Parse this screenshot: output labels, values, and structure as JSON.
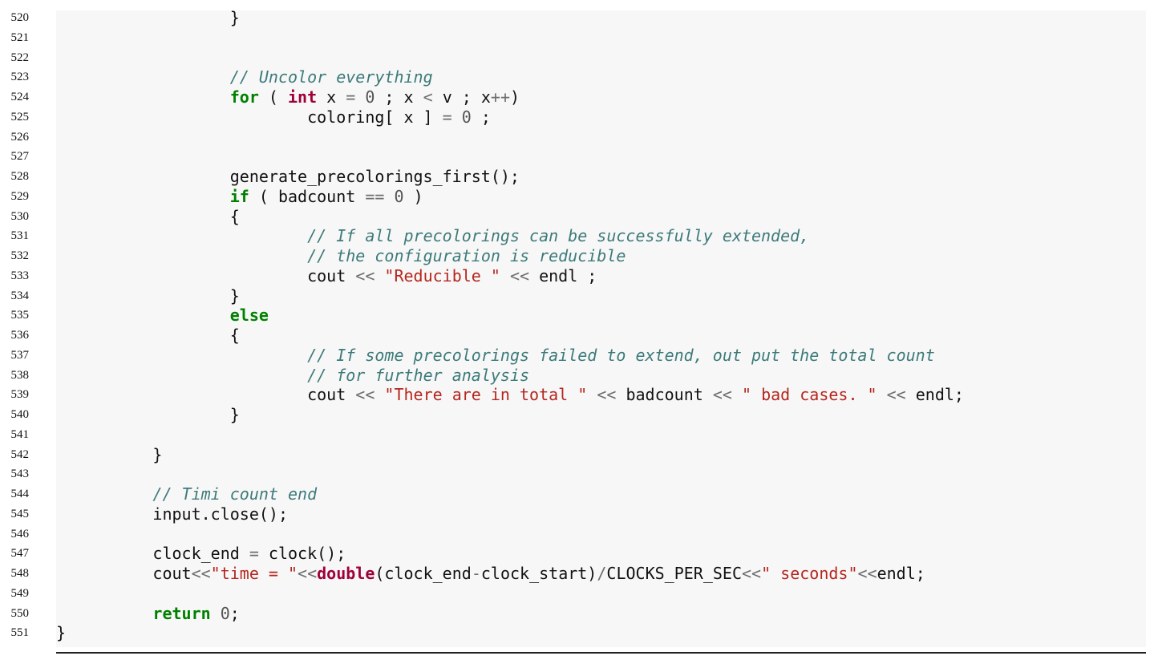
{
  "listing": {
    "lines": [
      {
        "n": "520",
        "tokens": [
          {
            "t": "                  }",
            "c": ""
          }
        ]
      },
      {
        "n": "521",
        "tokens": []
      },
      {
        "n": "522",
        "tokens": []
      },
      {
        "n": "523",
        "tokens": [
          {
            "t": "                  ",
            "c": ""
          },
          {
            "t": "// Uncolor everything",
            "c": "cm"
          }
        ]
      },
      {
        "n": "524",
        "tokens": [
          {
            "t": "                  ",
            "c": ""
          },
          {
            "t": "for",
            "c": "kw"
          },
          {
            "t": " ( ",
            "c": ""
          },
          {
            "t": "int",
            "c": "ty"
          },
          {
            "t": " x ",
            "c": ""
          },
          {
            "t": "=",
            "c": "op"
          },
          {
            "t": " ",
            "c": ""
          },
          {
            "t": "0",
            "c": "nb"
          },
          {
            "t": " ; x ",
            "c": ""
          },
          {
            "t": "<",
            "c": "op"
          },
          {
            "t": " v ; x",
            "c": ""
          },
          {
            "t": "++",
            "c": "op"
          },
          {
            "t": ")",
            "c": ""
          }
        ]
      },
      {
        "n": "525",
        "tokens": [
          {
            "t": "                          coloring[ x ] ",
            "c": ""
          },
          {
            "t": "=",
            "c": "op"
          },
          {
            "t": " ",
            "c": ""
          },
          {
            "t": "0",
            "c": "nb"
          },
          {
            "t": " ;",
            "c": ""
          }
        ]
      },
      {
        "n": "526",
        "tokens": []
      },
      {
        "n": "527",
        "tokens": []
      },
      {
        "n": "528",
        "tokens": [
          {
            "t": "                  generate_precolorings_first();",
            "c": ""
          }
        ]
      },
      {
        "n": "529",
        "tokens": [
          {
            "t": "                  ",
            "c": ""
          },
          {
            "t": "if",
            "c": "kw"
          },
          {
            "t": " ( badcount ",
            "c": ""
          },
          {
            "t": "==",
            "c": "op"
          },
          {
            "t": " ",
            "c": ""
          },
          {
            "t": "0",
            "c": "nb"
          },
          {
            "t": " )",
            "c": ""
          }
        ]
      },
      {
        "n": "530",
        "tokens": [
          {
            "t": "                  {",
            "c": ""
          }
        ]
      },
      {
        "n": "531",
        "tokens": [
          {
            "t": "                          ",
            "c": ""
          },
          {
            "t": "// If all precolorings can be successfully extended,",
            "c": "cm"
          }
        ]
      },
      {
        "n": "532",
        "tokens": [
          {
            "t": "                          ",
            "c": ""
          },
          {
            "t": "// the configuration is reducible",
            "c": "cm"
          }
        ]
      },
      {
        "n": "533",
        "tokens": [
          {
            "t": "                          cout ",
            "c": ""
          },
          {
            "t": "<<",
            "c": "op"
          },
          {
            "t": " ",
            "c": ""
          },
          {
            "t": "\"Reducible \"",
            "c": "st"
          },
          {
            "t": " ",
            "c": ""
          },
          {
            "t": "<<",
            "c": "op"
          },
          {
            "t": " endl ;",
            "c": ""
          }
        ]
      },
      {
        "n": "534",
        "tokens": [
          {
            "t": "                  }",
            "c": ""
          }
        ]
      },
      {
        "n": "535",
        "tokens": [
          {
            "t": "                  ",
            "c": ""
          },
          {
            "t": "else",
            "c": "kw"
          }
        ]
      },
      {
        "n": "536",
        "tokens": [
          {
            "t": "                  {",
            "c": ""
          }
        ]
      },
      {
        "n": "537",
        "tokens": [
          {
            "t": "                          ",
            "c": ""
          },
          {
            "t": "// If some precolorings failed to extend, out put the total count",
            "c": "cm"
          }
        ]
      },
      {
        "n": "538",
        "tokens": [
          {
            "t": "                          ",
            "c": ""
          },
          {
            "t": "// for further analysis",
            "c": "cm"
          }
        ]
      },
      {
        "n": "539",
        "tokens": [
          {
            "t": "                          cout ",
            "c": ""
          },
          {
            "t": "<<",
            "c": "op"
          },
          {
            "t": " ",
            "c": ""
          },
          {
            "t": "\"There are in total \"",
            "c": "st"
          },
          {
            "t": " ",
            "c": ""
          },
          {
            "t": "<<",
            "c": "op"
          },
          {
            "t": " badcount ",
            "c": ""
          },
          {
            "t": "<<",
            "c": "op"
          },
          {
            "t": " ",
            "c": ""
          },
          {
            "t": "\" bad cases. \"",
            "c": "st"
          },
          {
            "t": " ",
            "c": ""
          },
          {
            "t": "<<",
            "c": "op"
          },
          {
            "t": " endl;",
            "c": ""
          }
        ]
      },
      {
        "n": "540",
        "tokens": [
          {
            "t": "                  }",
            "c": ""
          }
        ]
      },
      {
        "n": "541",
        "tokens": []
      },
      {
        "n": "542",
        "tokens": [
          {
            "t": "          }",
            "c": ""
          }
        ]
      },
      {
        "n": "543",
        "tokens": []
      },
      {
        "n": "544",
        "tokens": [
          {
            "t": "          ",
            "c": ""
          },
          {
            "t": "// Timi count end",
            "c": "cm"
          }
        ]
      },
      {
        "n": "545",
        "tokens": [
          {
            "t": "          input.close();",
            "c": ""
          }
        ]
      },
      {
        "n": "546",
        "tokens": []
      },
      {
        "n": "547",
        "tokens": [
          {
            "t": "          clock_end ",
            "c": ""
          },
          {
            "t": "=",
            "c": "op"
          },
          {
            "t": " clock();",
            "c": ""
          }
        ]
      },
      {
        "n": "548",
        "tokens": [
          {
            "t": "          cout",
            "c": ""
          },
          {
            "t": "<<",
            "c": "op"
          },
          {
            "t": "\"time = \"",
            "c": "st"
          },
          {
            "t": "<<",
            "c": "op"
          },
          {
            "t": "double",
            "c": "ty"
          },
          {
            "t": "(clock_end",
            "c": ""
          },
          {
            "t": "-",
            "c": "op"
          },
          {
            "t": "clock_start)",
            "c": ""
          },
          {
            "t": "/",
            "c": "op"
          },
          {
            "t": "CLOCKS_PER_SEC",
            "c": ""
          },
          {
            "t": "<<",
            "c": "op"
          },
          {
            "t": "\" seconds\"",
            "c": "st"
          },
          {
            "t": "<<",
            "c": "op"
          },
          {
            "t": "endl;",
            "c": ""
          }
        ]
      },
      {
        "n": "549",
        "tokens": []
      },
      {
        "n": "550",
        "tokens": [
          {
            "t": "          ",
            "c": ""
          },
          {
            "t": "return",
            "c": "kw"
          },
          {
            "t": " ",
            "c": ""
          },
          {
            "t": "0",
            "c": "nb"
          },
          {
            "t": ";",
            "c": ""
          }
        ]
      },
      {
        "n": "551",
        "tokens": [
          {
            "t": "}",
            "c": ""
          }
        ]
      }
    ]
  }
}
